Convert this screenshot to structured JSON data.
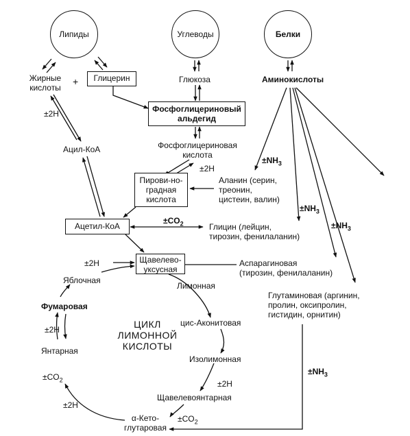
{
  "sources": {
    "lipids": "Липиды",
    "carbs": "Углеводы",
    "proteins": "Белки"
  },
  "nodes": {
    "fatty_acids_1": "Жирные",
    "fatty_acids_2": "кислоты",
    "plus": "+",
    "glycerol": "Глицерин",
    "glucose": "Глюкоза",
    "amino_acids": "Аминокислоты",
    "pga_ald_1": "Фосфоглицериновый",
    "pga_ald_2": "альдегид",
    "pga_acid_1": "Фосфоглицериновая",
    "pga_acid_2": "кислота",
    "acyl_coa": "Ацил-КоА",
    "pyruvate_1": "Пирови-но-",
    "pyruvate_2": "градная",
    "pyruvate_3": "кислота",
    "acetyl_coa": "Ацетил-КоА",
    "oxaloacetate_1": "Щавелево-",
    "oxaloacetate_2": "уксусная",
    "alanine_1": "Аланин (серин,",
    "alanine_2": "треонин,",
    "alanine_3": "цистеин, валин)",
    "glycine_1": "Глицин (лейцин,",
    "glycine_2": "тирозин, фенилаланин)",
    "aspartic_1": "Аспарагиновая",
    "aspartic_2": "(тирозин, фенилаланин)",
    "glutamic_1": "Глутаминовая (аргинин,",
    "glutamic_2": "пролин, оксипролин,",
    "glutamic_3": "гистидин, орнитин)"
  },
  "cycle": {
    "title_1": "ЦИКЛ",
    "title_2": "ЛИМОННОЙ",
    "title_3": "КИСЛОТЫ",
    "citric": "Лимонная",
    "cis_aconitic": "цис-Аконитовая",
    "isocitric": "Изолимонная",
    "oxalosuccinic": "Щавелевоянтарная",
    "ketoglutaric_1": "α-Кето-",
    "ketoglutaric_2": "глутаровая",
    "malic": "Яблочная",
    "fumaric": "Фумаровая",
    "succinic": "Янтарная"
  },
  "annotations": {
    "h2_fatty": "±2H",
    "h2_pyruvate": "±2H",
    "h2_oxalo": "±2H",
    "h2_fumaric": "±2H",
    "h2_oxalosucc": "±2H",
    "h2_keto": "±2H",
    "co2_acetyl": "±CO",
    "co2_left": "±CO",
    "co2_keto": "±CO",
    "co2_sub": "2",
    "nh3_1": "±NH",
    "nh3_2": "±NH",
    "nh3_3": "±NH",
    "nh3_4": "±NH",
    "nh3_sub": "3"
  }
}
